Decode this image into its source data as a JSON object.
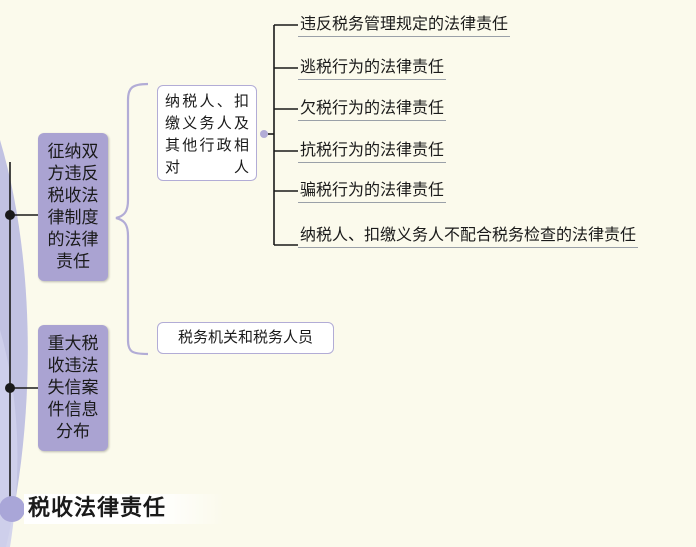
{
  "root": {
    "title": "税收法律责任"
  },
  "branches": [
    {
      "label": "征纳双方违反税收法律制度的法律责任"
    },
    {
      "label": "重大税收违法失信案件信息分布"
    }
  ],
  "subjects": [
    {
      "label": "纳税人、扣缴义务人及其他行政相对人"
    },
    {
      "label": "税务机关和税务人员"
    }
  ],
  "leaves": [
    {
      "label": "违反税务管理规定的法律责任"
    },
    {
      "label": "逃税行为的法律责任"
    },
    {
      "label": "欠税行为的法律责任"
    },
    {
      "label": "抗税行为的法律责任"
    },
    {
      "label": "骗税行为的法律责任"
    },
    {
      "label": "纳税人、扣缴义务人不配合税务检查的法律责任"
    }
  ],
  "colors": {
    "background": "#fbfaec",
    "branch_fill": "#aaa3d2",
    "outline": "#b2acd6",
    "connector": "#1a1a1a",
    "swoosh": "#b6b7e0"
  }
}
